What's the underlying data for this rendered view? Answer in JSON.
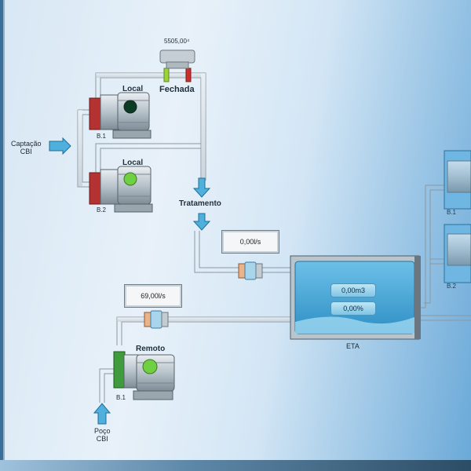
{
  "header": {
    "counter": "5505,00⁴"
  },
  "valve": {
    "state": "Fechada"
  },
  "pumps": [
    {
      "id": "B.1",
      "mode": "Local",
      "status_color": "#0b3b24"
    },
    {
      "id": "B.2",
      "mode": "Local",
      "status_color": "#6fd044"
    },
    {
      "id": "B.1",
      "mode": "Remoto",
      "status_color": "#6fd044"
    }
  ],
  "sources": {
    "captacao": [
      "Captação",
      "CBI"
    ],
    "poco": [
      "Poço",
      "CBI"
    ]
  },
  "tratamento": {
    "label": "Tratamento"
  },
  "flows": {
    "treatment": "0,00l/s",
    "well": "69,00l/s"
  },
  "eta": {
    "label": "ETA",
    "volume": "0,00m3",
    "level": "0,00%"
  },
  "right_pumps": [
    "B.1",
    "B.2"
  ],
  "colors": {
    "pipe": "#c7cdd2",
    "arrow": "#4fb0dd",
    "tank_water": "#49a7d6",
    "valve_green": "#9bd33b",
    "valve_red": "#c9302c"
  }
}
